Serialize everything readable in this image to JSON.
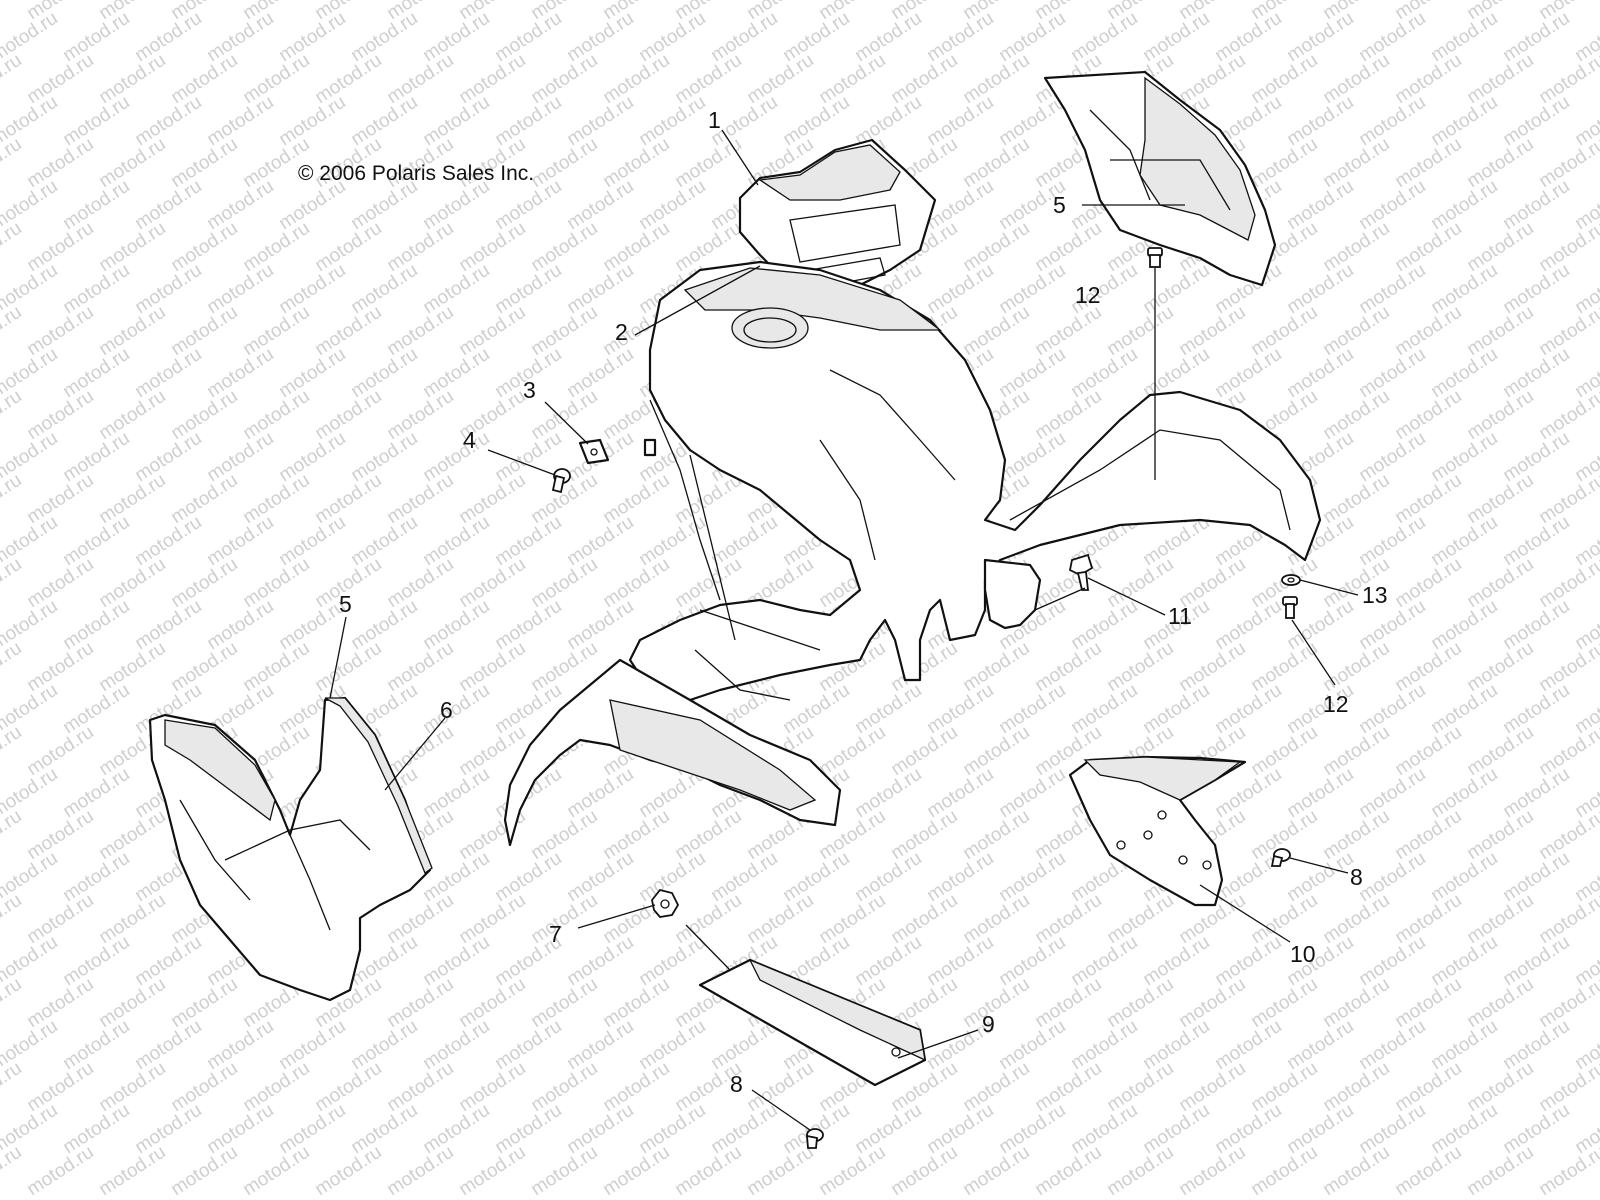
{
  "copyright": "© 2006 Polaris Sales Inc.",
  "watermark": "motod.ru",
  "callouts": [
    {
      "id": "callout-1",
      "text": "1"
    },
    {
      "id": "callout-2",
      "text": "2"
    },
    {
      "id": "callout-3",
      "text": "3"
    },
    {
      "id": "callout-4",
      "text": "4"
    },
    {
      "id": "callout-5-top",
      "text": "5"
    },
    {
      "id": "callout-5-left",
      "text": "5"
    },
    {
      "id": "callout-6",
      "text": "6"
    },
    {
      "id": "callout-7",
      "text": "7"
    },
    {
      "id": "callout-8-right",
      "text": "8"
    },
    {
      "id": "callout-8-bottom",
      "text": "8"
    },
    {
      "id": "callout-9",
      "text": "9"
    },
    {
      "id": "callout-10",
      "text": "10"
    },
    {
      "id": "callout-11",
      "text": "11"
    },
    {
      "id": "callout-12-top",
      "text": "12"
    },
    {
      "id": "callout-12-bottom",
      "text": "12"
    },
    {
      "id": "callout-13",
      "text": "13"
    }
  ]
}
